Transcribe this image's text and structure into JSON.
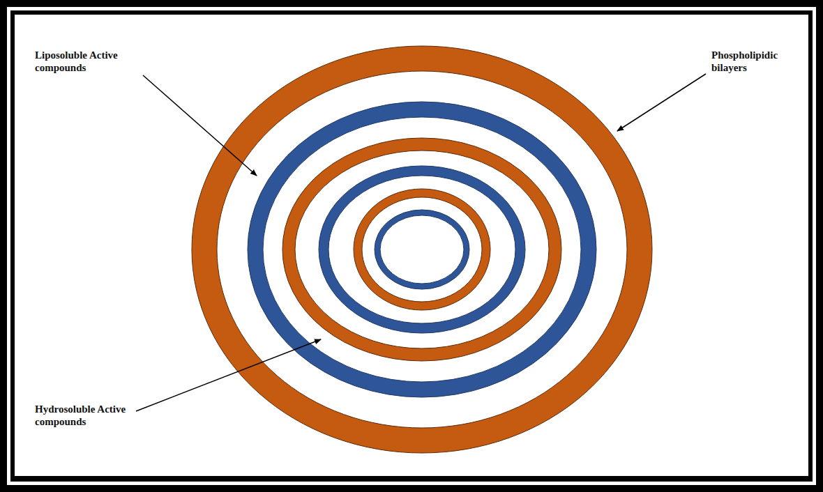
{
  "diagram": {
    "labels": [
      "Liposoluble Active compounds",
      "Phospholipidic bilayers",
      "Hydrosoluble Active compounds"
    ]
  }
}
